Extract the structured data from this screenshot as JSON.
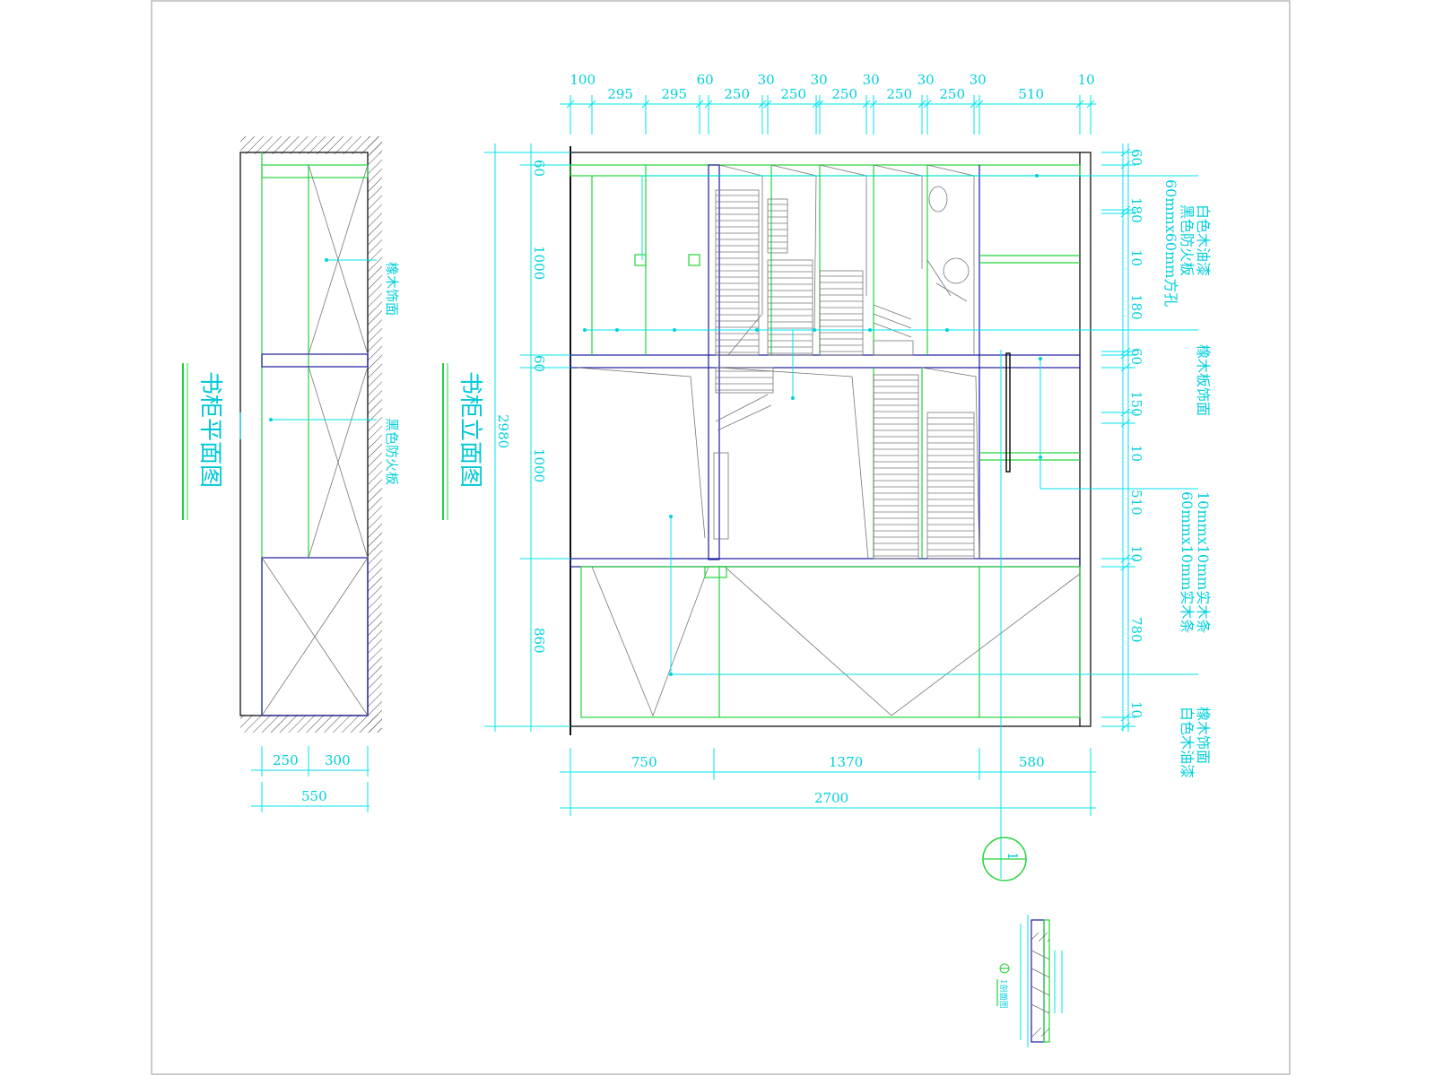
{
  "titles": {
    "plan": "书柜平面图",
    "elevation": "书柜立面图"
  },
  "top_dims": [
    "100",
    "295",
    "295",
    "60",
    "250",
    "30",
    "250",
    "30",
    "250",
    "30",
    "250",
    "30",
    "250",
    "30",
    "510",
    "10"
  ],
  "right_dims": [
    "60",
    "180",
    "10",
    "180",
    "60",
    "150",
    "10",
    "510",
    "10",
    "780",
    "10"
  ],
  "left_dims": {
    "d60a": "60",
    "d1000a": "1000",
    "d60b": "60",
    "d1000b": "1000",
    "d860": "860",
    "total": "2980"
  },
  "bottom_dims": {
    "a": "750",
    "b": "1370",
    "c": "580",
    "total": "2700"
  },
  "plan_dims": {
    "a": "250",
    "b": "300",
    "total": "550"
  },
  "notes": {
    "n1": "白色木油漆",
    "n2": "黑色防火板",
    "n3": "60mmx60mm方孔",
    "n4": "橡木板饰面",
    "n5": "10mmx10mm实木条",
    "n6": "60mmx10mm实木条",
    "n7": "橡木饰面",
    "n8": "白色木油漆",
    "plan_n1": "橡木饰面",
    "plan_n2": "黑色防火板"
  },
  "section_symbol": "1",
  "detail_label": "1剖面图"
}
